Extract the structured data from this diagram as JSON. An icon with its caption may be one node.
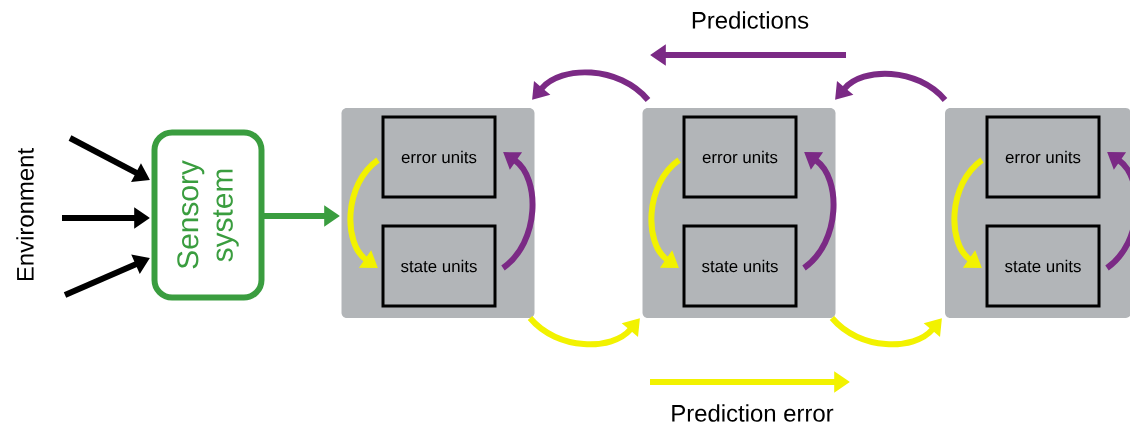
{
  "diagram": {
    "nodes": [
      {
        "text": [
          "Environment"
        ]
      },
      {
        "text": [
          "Sensory system"
        ]
      },
      {
        "text": [],
        "shape": "box"
      },
      {
        "text": [
          "error units"
        ],
        "in": 2
      },
      {
        "text": [
          "state units"
        ],
        "in": 2
      },
      {
        "text": [],
        "shape": "box"
      },
      {
        "text": [
          "error units"
        ],
        "in": 5
      },
      {
        "text": [
          "state units"
        ],
        "in": 5
      },
      {
        "text": [],
        "shape": "box"
      },
      {
        "text": [
          "error units"
        ],
        "in": 8
      },
      {
        "text": [
          "state units"
        ],
        "in": 8
      }
    ],
    "edges": [
      {
        "from": 0,
        "to": 1,
        "arrow": "to",
        "color": "#000000"
      },
      {
        "from": 0,
        "to": 1,
        "arrow": "to",
        "color": "#000000"
      },
      {
        "from": 0,
        "to": 1,
        "arrow": "to",
        "color": "#000000"
      },
      {
        "from": 1,
        "to": 2,
        "arrow": "to",
        "color": "#3a9d3f"
      },
      {
        "from": 3,
        "to": 4,
        "arrow": "to",
        "color": "#f2f200"
      },
      {
        "from": 4,
        "to": 3,
        "arrow": "to",
        "color": "#7b2a85"
      },
      {
        "from": 6,
        "to": 7,
        "arrow": "to",
        "color": "#f2f200"
      },
      {
        "from": 7,
        "to": 6,
        "arrow": "to",
        "color": "#7b2a85"
      },
      {
        "from": 9,
        "to": 10,
        "arrow": "to",
        "color": "#f2f200"
      },
      {
        "from": 10,
        "to": 9,
        "arrow": "to",
        "color": "#7b2a85"
      },
      {
        "from": 2,
        "to": 5,
        "arrow": "to",
        "color": "#f2f200"
      },
      {
        "from": 5,
        "to": 8,
        "arrow": "to",
        "color": "#f2f200"
      },
      {
        "from": 5,
        "to": 2,
        "arrow": "to",
        "color": "#7b2a85"
      },
      {
        "from": 8,
        "to": 5,
        "arrow": "to",
        "color": "#7b2a85"
      }
    ],
    "labels": [
      "Predictions",
      "Prediction error"
    ]
  }
}
